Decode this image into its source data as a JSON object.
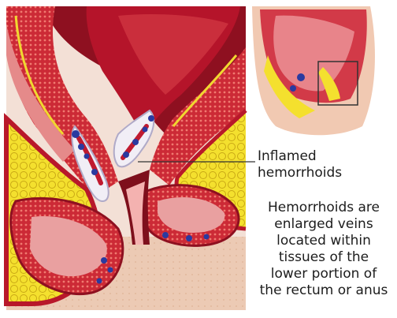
{
  "labels": {
    "callout_line1": "Inflamed",
    "callout_line2": "hemorrhoids",
    "description_lines": [
      "Hemorrhoids are",
      "enlarged veins",
      "located within",
      "tissues of the",
      "lower portion of",
      "the rectum or anus"
    ]
  },
  "palette": {
    "background": "#ffffff",
    "tissue_red": "#c8223a",
    "tissue_dark": "#8e1020",
    "tissue_pink": "#e58a8a",
    "fat_yellow": "#f2dc2a",
    "vein_blue": "#2a3aa0",
    "skin": "#f1c9b2",
    "text": "#1c1c1c"
  },
  "icons": {
    "main_illustration": "anatomical-cross-section",
    "inset_illustration": "body-side-view-with-zoom-box"
  }
}
